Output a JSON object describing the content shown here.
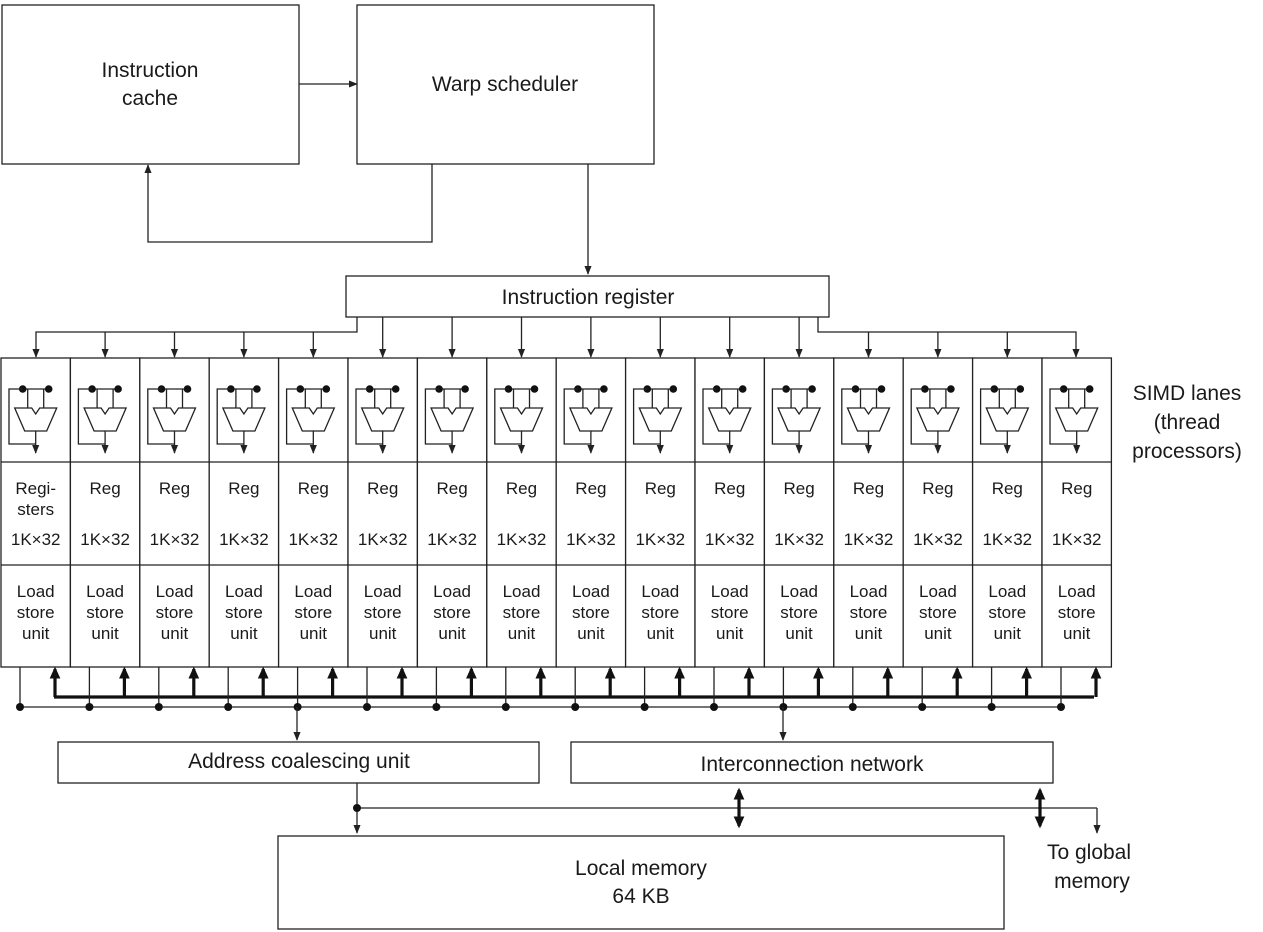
{
  "blocks": {
    "instruction_cache": [
      "Instruction",
      "cache"
    ],
    "warp_scheduler": "Warp scheduler",
    "instruction_register": "Instruction register",
    "address_coalescing_unit": "Address coalescing unit",
    "interconnection_network": "Interconnection network",
    "local_memory": [
      "Local memory",
      "64 KB"
    ],
    "to_global_memory": [
      "To global",
      "memory"
    ],
    "simd_lanes_label": [
      "SIMD lanes",
      "(thread",
      "processors)"
    ]
  },
  "lanes": [
    {
      "reg": [
        "Regi-",
        "sters"
      ],
      "size": "1K×32",
      "ls": [
        "Load",
        "store",
        "unit"
      ]
    },
    {
      "reg": [
        "Reg"
      ],
      "size": "1K×32",
      "ls": [
        "Load",
        "store",
        "unit"
      ]
    },
    {
      "reg": [
        "Reg"
      ],
      "size": "1K×32",
      "ls": [
        "Load",
        "store",
        "unit"
      ]
    },
    {
      "reg": [
        "Reg"
      ],
      "size": "1K×32",
      "ls": [
        "Load",
        "store",
        "unit"
      ]
    },
    {
      "reg": [
        "Reg"
      ],
      "size": "1K×32",
      "ls": [
        "Load",
        "store",
        "unit"
      ]
    },
    {
      "reg": [
        "Reg"
      ],
      "size": "1K×32",
      "ls": [
        "Load",
        "store",
        "unit"
      ]
    },
    {
      "reg": [
        "Reg"
      ],
      "size": "1K×32",
      "ls": [
        "Load",
        "store",
        "unit"
      ]
    },
    {
      "reg": [
        "Reg"
      ],
      "size": "1K×32",
      "ls": [
        "Load",
        "store",
        "unit"
      ]
    },
    {
      "reg": [
        "Reg"
      ],
      "size": "1K×32",
      "ls": [
        "Load",
        "store",
        "unit"
      ]
    },
    {
      "reg": [
        "Reg"
      ],
      "size": "1K×32",
      "ls": [
        "Load",
        "store",
        "unit"
      ]
    },
    {
      "reg": [
        "Reg"
      ],
      "size": "1K×32",
      "ls": [
        "Load",
        "store",
        "unit"
      ]
    },
    {
      "reg": [
        "Reg"
      ],
      "size": "1K×32",
      "ls": [
        "Load",
        "store",
        "unit"
      ]
    },
    {
      "reg": [
        "Reg"
      ],
      "size": "1K×32",
      "ls": [
        "Load",
        "store",
        "unit"
      ]
    },
    {
      "reg": [
        "Reg"
      ],
      "size": "1K×32",
      "ls": [
        "Load",
        "store",
        "unit"
      ]
    },
    {
      "reg": [
        "Reg"
      ],
      "size": "1K×32",
      "ls": [
        "Load",
        "store",
        "unit"
      ]
    },
    {
      "reg": [
        "Reg"
      ],
      "size": "1K×32",
      "ls": [
        "Load",
        "store",
        "unit"
      ]
    }
  ]
}
